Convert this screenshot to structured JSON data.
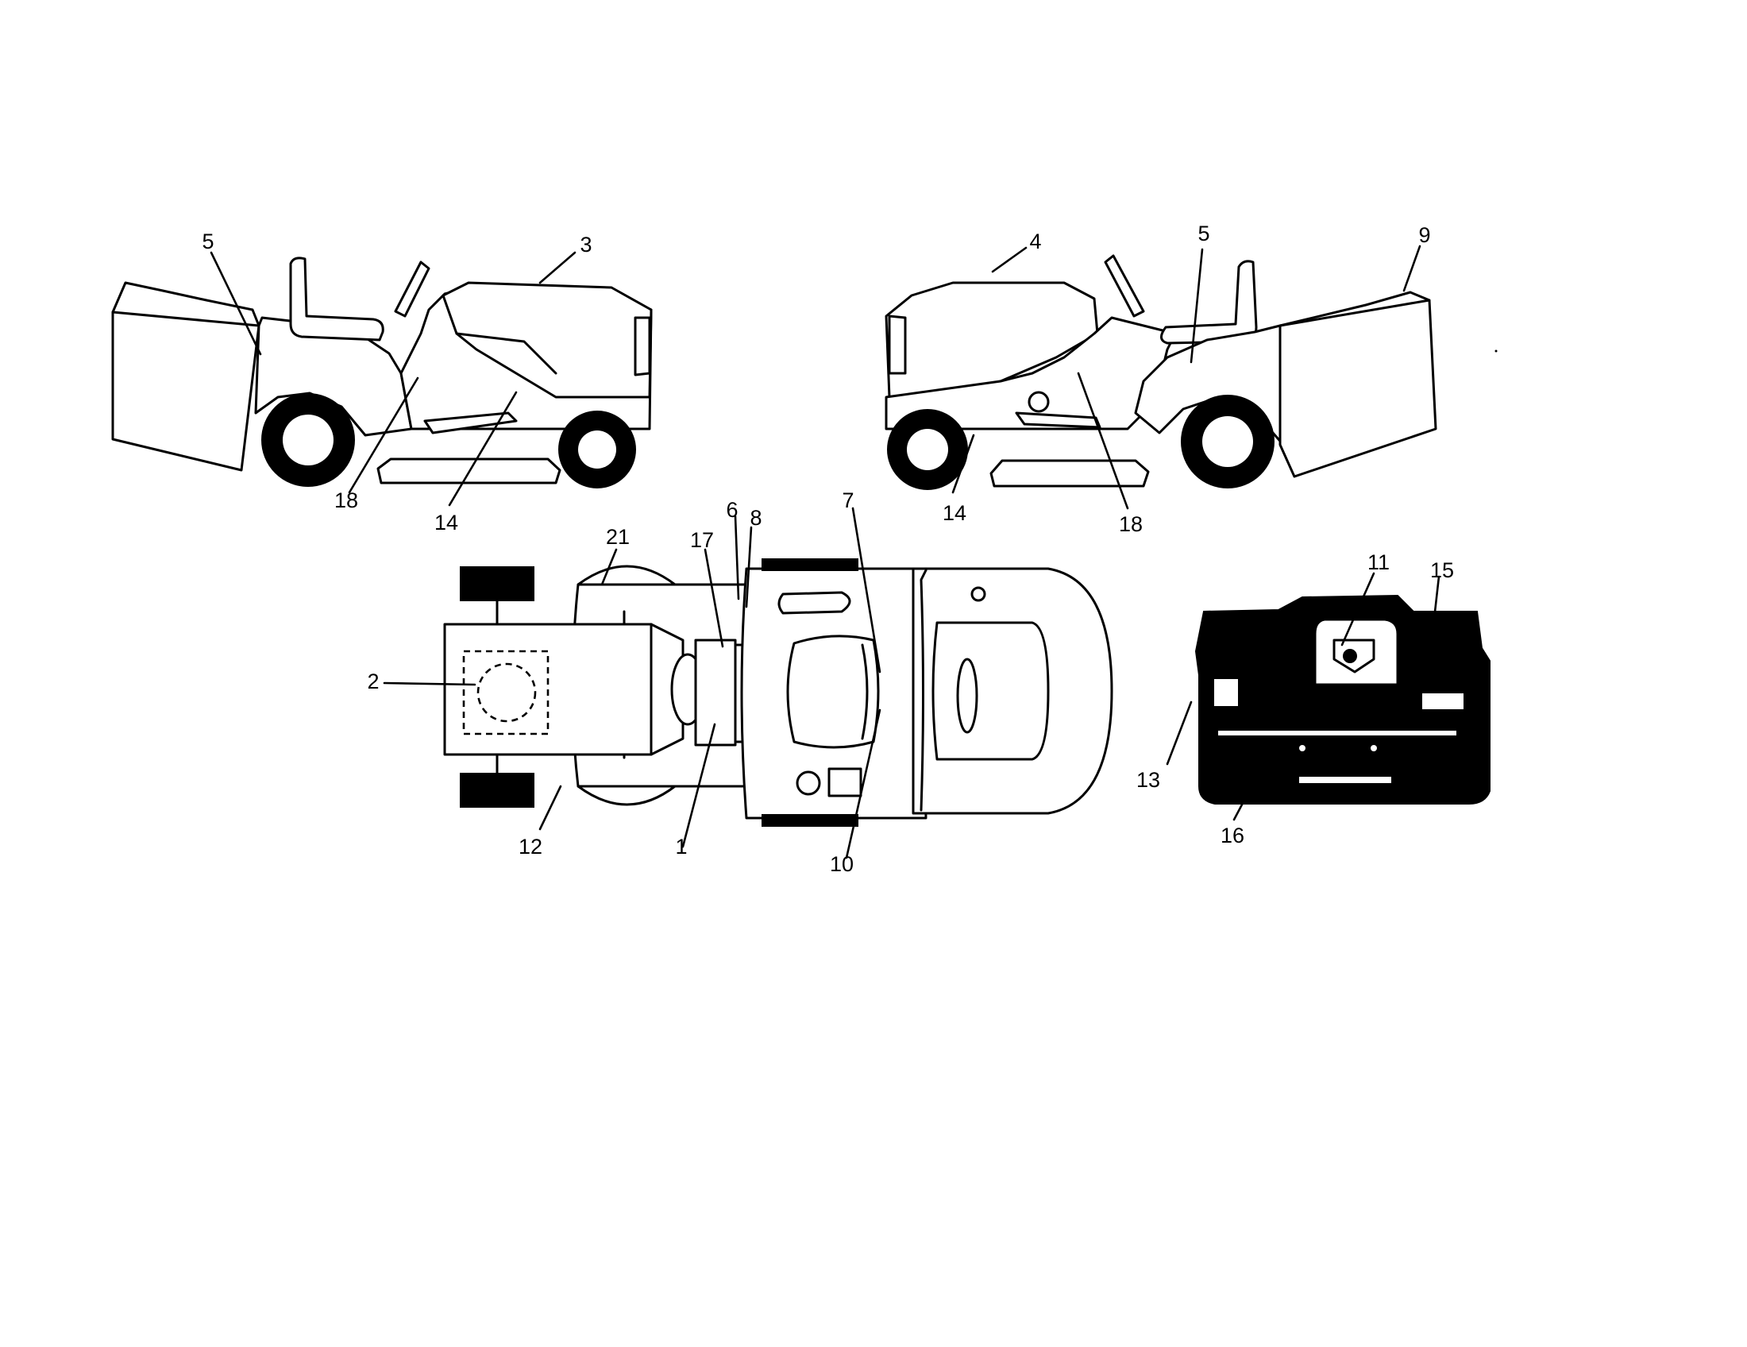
{
  "callouts": {
    "side_left": [
      "5",
      "3",
      "18",
      "14"
    ],
    "side_right": [
      "4",
      "5",
      "9",
      "14",
      "18"
    ],
    "top_view": [
      "21",
      "17",
      "6",
      "8",
      "7",
      "2",
      "12",
      "1",
      "10"
    ],
    "rear_view": [
      "11",
      "15",
      "13",
      "16"
    ]
  }
}
